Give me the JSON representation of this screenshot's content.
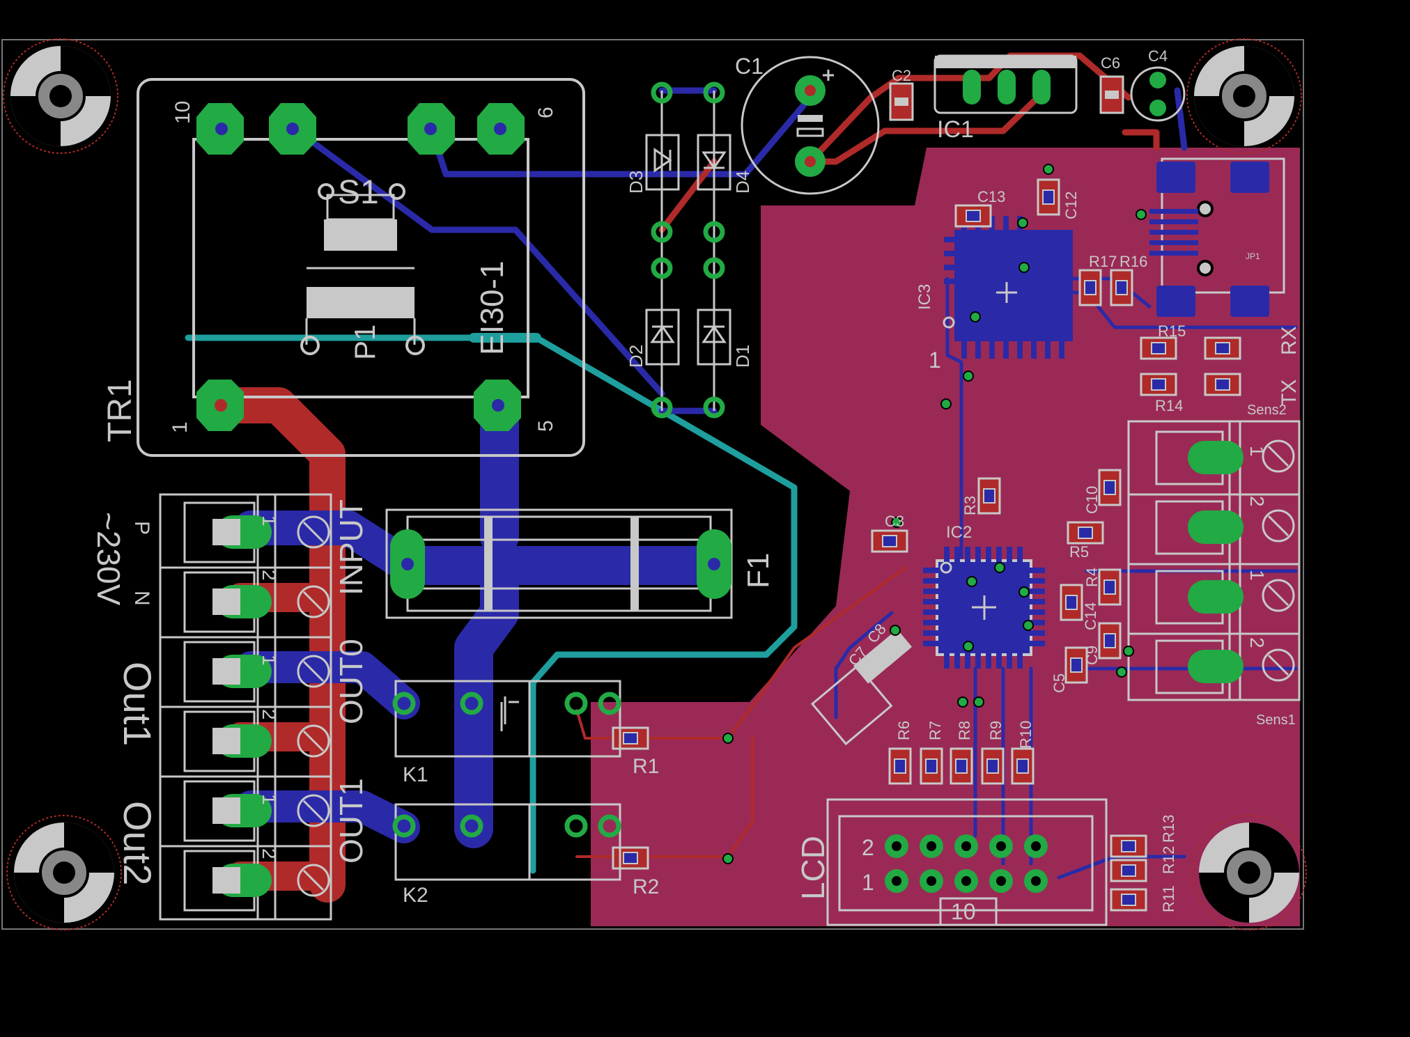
{
  "board": {
    "colors": {
      "background": "#000000",
      "copper_top": "#b02a2a",
      "copper_bottom": "#2a2aa8",
      "pour": "#9a2a55",
      "pads": "#22aa44",
      "silkscreen": "#c8c8c8",
      "trace_teal": "#1f9e9e"
    },
    "components": {
      "tr1": "TR1",
      "tr1_model": "EI30-1",
      "tr1_sub": "P1",
      "s1": "S1",
      "tr1_pin10": "10",
      "tr1_pin6": "6",
      "tr1_pin1": "1",
      "tr1_pin5": "5",
      "c1": "C1",
      "c2": "C2",
      "ic1": "IC1",
      "c6": "C6",
      "c4": "C4",
      "d1": "D1",
      "d2": "D2",
      "d3": "D3",
      "d4": "D4",
      "c13": "C13",
      "c12": "C12",
      "ic3": "IC3",
      "ic3_pin1": "1",
      "jp1": "JP1",
      "r17": "R17",
      "r16": "R16",
      "r15": "R15",
      "r14": "R14",
      "tx": "TX",
      "rx": "RX",
      "sens2": "Sens2",
      "sens1": "Sens1",
      "sens_pin1a": "1",
      "sens_pin2a": "2",
      "sens_pin1b": "1",
      "sens_pin2b": "2",
      "r3": "R3",
      "c3": "C3",
      "ic2": "IC2",
      "c10": "C10",
      "r5": "R5",
      "r4": "R4",
      "c14": "C14",
      "c9": "C9",
      "c5": "C5",
      "c7": "C7",
      "c8": "C8",
      "r6": "R6",
      "r7": "R7",
      "r8": "R8",
      "r9": "R9",
      "r10": "R10",
      "lcd": "LCD",
      "lcd_pin2": "2",
      "lcd_pin1": "1",
      "lcd_pin10": "10",
      "r11": "R11",
      "r12": "R12",
      "r13": "R13",
      "r1": "R1",
      "r2": "R2",
      "k1": "K1",
      "k2": "K2",
      "f1": "F1",
      "input": "INPUT",
      "out0": "OUT0",
      "out1": "OUT1",
      "voltage": "~230V",
      "p": "P",
      "n": "N",
      "out1_label": "Out1",
      "out2_label": "Out2",
      "term_1a": "1",
      "term_2a": "2",
      "term_1b": "1",
      "term_2b": "2",
      "term_1c": "1",
      "term_2c": "2"
    }
  }
}
